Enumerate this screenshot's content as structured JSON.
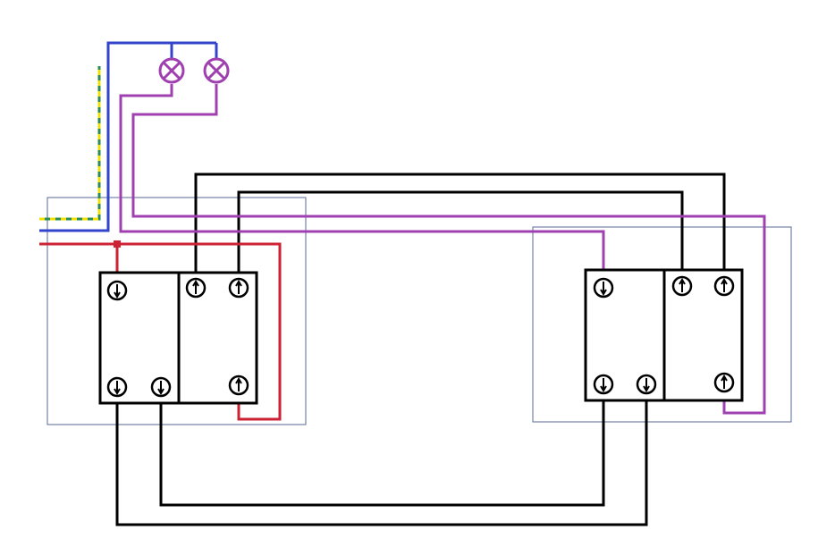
{
  "diagram": {
    "kind": "wiring-diagram",
    "description_free": true,
    "lamps": [
      {
        "id": "lamp-1",
        "icon": "lamp-cross-icon"
      },
      {
        "id": "lamp-2",
        "icon": "lamp-cross-icon"
      }
    ],
    "switch_boxes": [
      {
        "id": "switch-box-left",
        "modules": 2
      },
      {
        "id": "switch-box-right",
        "modules": 2
      }
    ],
    "terminal_icons": {
      "down": "terminal-arrow-down-icon",
      "up": "terminal-arrow-up-icon"
    },
    "wires": [
      {
        "id": "neutral-wire",
        "color": "#3344cc"
      },
      {
        "id": "earth-wire",
        "color": "#2e8b57",
        "stripe": "#f0e000"
      },
      {
        "id": "live-wire",
        "color": "#cc2233"
      },
      {
        "id": "lamp-switched-wire-1",
        "color": "#a040b0"
      },
      {
        "id": "lamp-switched-wire-2",
        "color": "#a040b0"
      },
      {
        "id": "traveller-wire-top-outer",
        "color": "#000000"
      },
      {
        "id": "traveller-wire-top-inner",
        "color": "#000000"
      },
      {
        "id": "traveller-wire-bottom-outer",
        "color": "#000000"
      },
      {
        "id": "traveller-wire-bottom-inner",
        "color": "#000000"
      }
    ],
    "colors": {
      "box_outline": "#5a6a9a",
      "switch_outline": "#000000",
      "background": "#ffffff"
    }
  }
}
